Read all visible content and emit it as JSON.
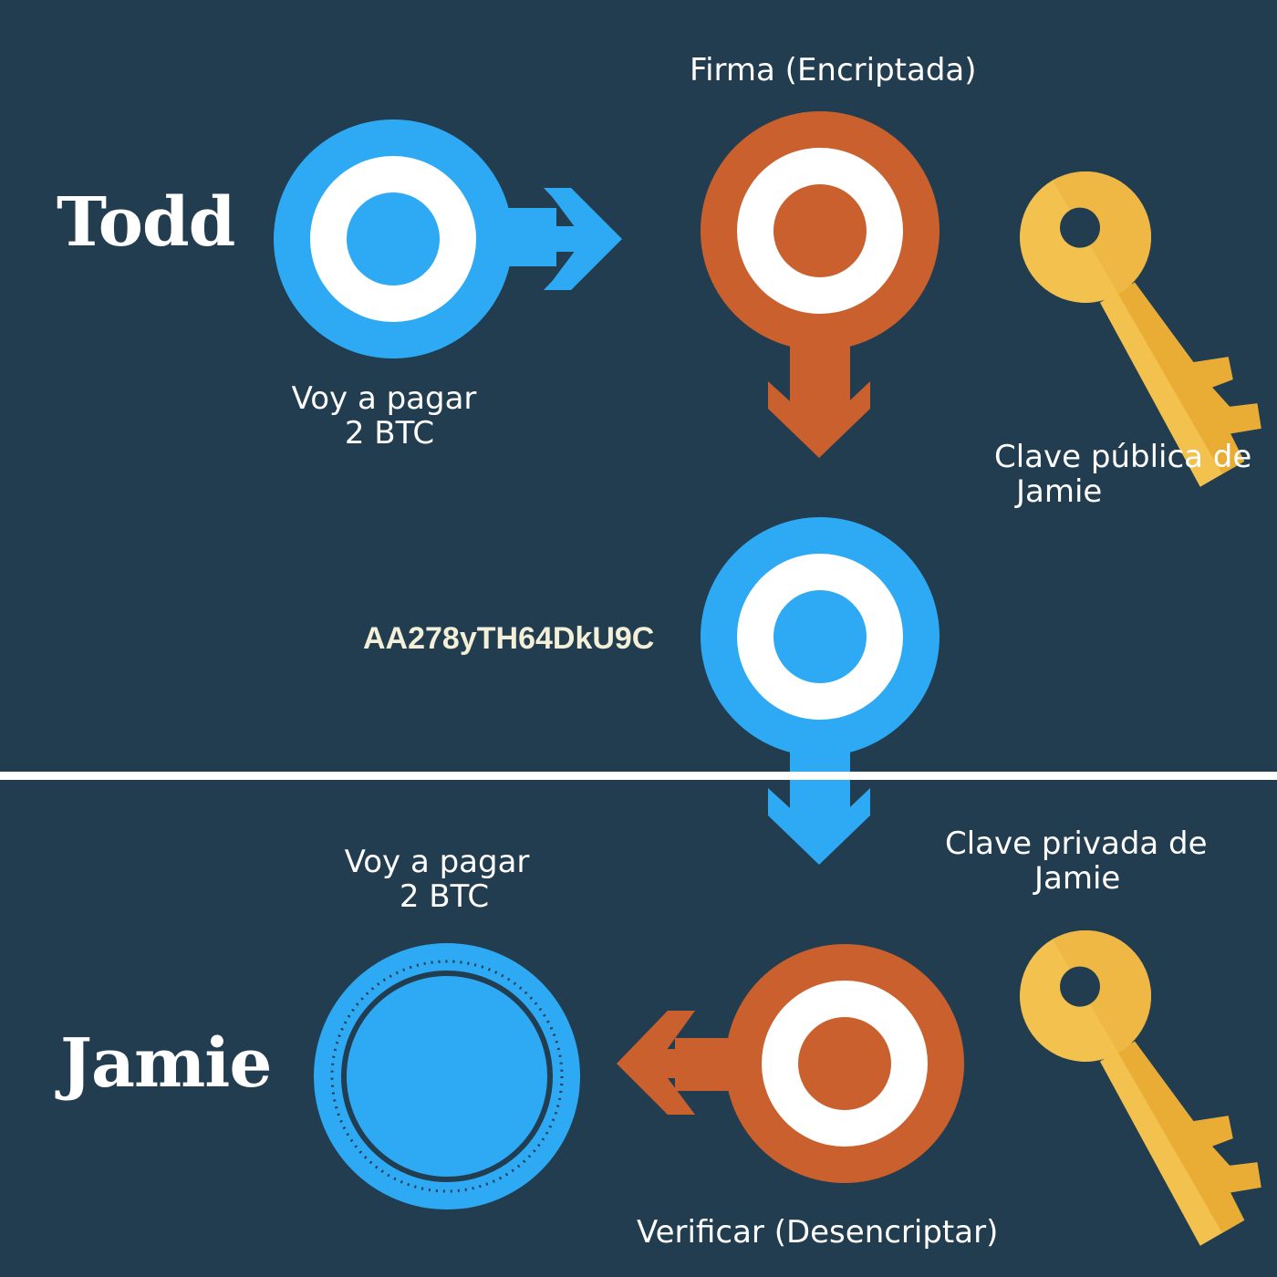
{
  "todd": {
    "name": "Todd",
    "message_line1": "Voy a pagar",
    "message_line2": "2 BTC",
    "signature_label": "Firma (Encriptada)",
    "key_label_line1": "Clave pública de",
    "key_label_line2": "Jamie"
  },
  "encrypted_code": "AA278yTH64DkU9C",
  "jamie": {
    "name": "Jamie",
    "message_line1": "Voy a pagar",
    "message_line2": "2 BTC",
    "key_label_line1": "Clave privada de",
    "key_label_line2": "Jamie",
    "verify_label": "Verificar (Desencriptar)"
  },
  "colors": {
    "background": "#213d4f",
    "blue": "#2eaaf5",
    "orange": "#c9602e",
    "key_gold": "#f2c14e",
    "divider": "#ffffff"
  },
  "icons": [
    "blue-ring-arrow-right-icon",
    "orange-ring-arrow-down-icon",
    "gold-key-icon",
    "blue-ring-arrow-down-icon",
    "orange-ring-arrow-left-icon",
    "blue-coin-icon"
  ]
}
